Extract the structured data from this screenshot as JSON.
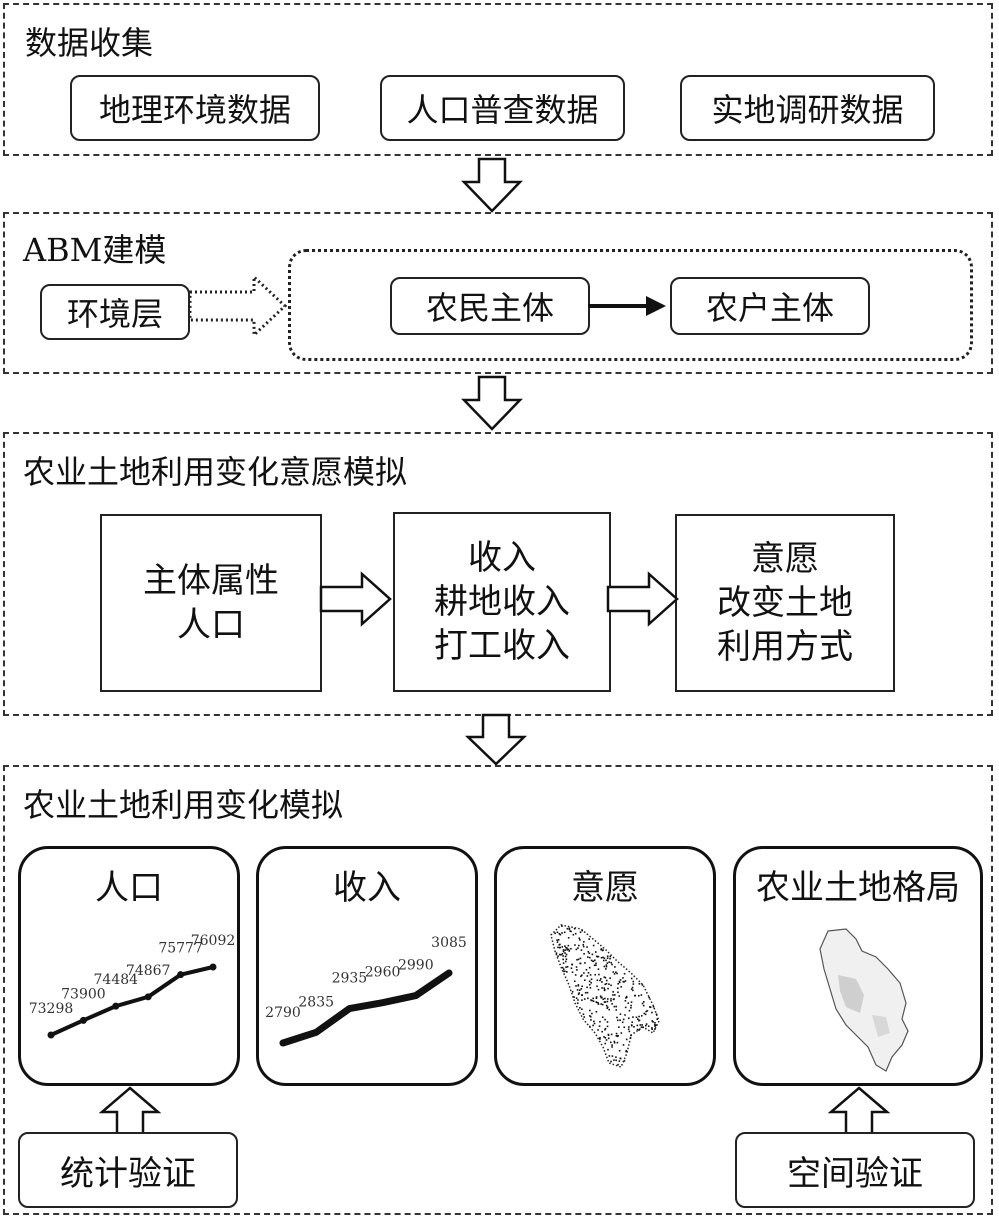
{
  "sections": {
    "data_collection": {
      "title": "数据收集",
      "items": [
        "地理环境数据",
        "人口普查数据",
        "实地调研数据"
      ]
    },
    "abm": {
      "title": "ABM建模",
      "env_layer": "环境层",
      "farmer_agent": "农民主体",
      "household_agent": "农户主体"
    },
    "intention": {
      "title": "农业土地利用变化意愿模拟",
      "box1": [
        "主体属性",
        "人口"
      ],
      "box2": [
        "收入",
        "耕地收入",
        "打工收入"
      ],
      "box3": [
        "意愿",
        "改变土地",
        "利用方式"
      ]
    },
    "simulation": {
      "title": "农业土地利用变化模拟",
      "panels": {
        "population": "人口",
        "income": "收入",
        "intention": "意愿",
        "pattern": "农业土地格局"
      },
      "stat_validation": "统计验证",
      "spatial_validation": "空间验证"
    }
  },
  "chart_data": [
    {
      "type": "line",
      "title": "人口",
      "values": [
        73298,
        73900,
        74484,
        74867,
        75777,
        76092
      ],
      "labels": [
        "73298",
        "73900",
        "74484",
        "74867",
        "75777",
        "76092"
      ]
    },
    {
      "type": "line",
      "title": "收入",
      "values": [
        2790,
        2835,
        2935,
        2960,
        2990,
        3085
      ],
      "labels": [
        "2790",
        "2835",
        "2935",
        "2960",
        "2990",
        "3085"
      ]
    }
  ]
}
